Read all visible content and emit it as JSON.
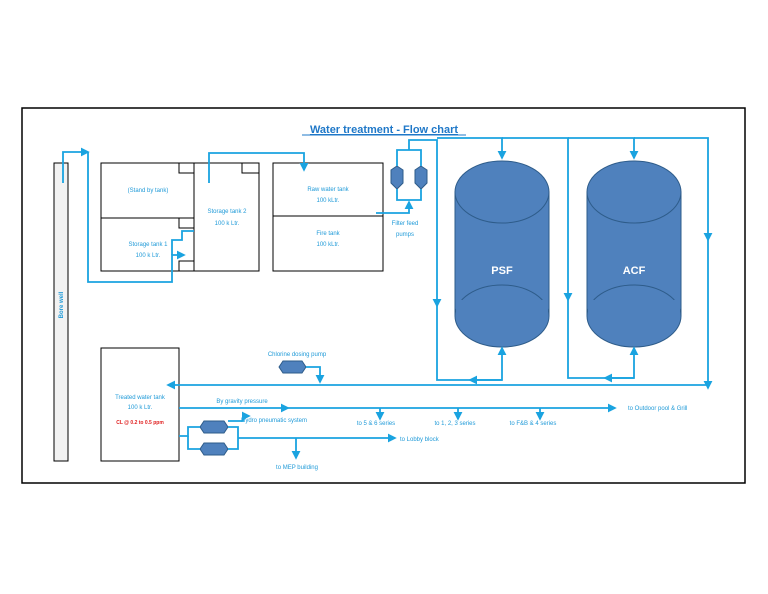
{
  "title": "Water treatment - Flow chart",
  "bore_well": "Bore well",
  "standby_tank": "(Stand by tank)",
  "storage_tank_1": {
    "line1": "Storage tank 1",
    "line2": "100 k Ltr."
  },
  "storage_tank_2": {
    "line1": "Storage tank 2",
    "line2": "100 k Ltr."
  },
  "raw_water_tank": {
    "line1": "Raw water tank",
    "line2": "100 kLtr."
  },
  "fire_tank": {
    "line1": "Fire tank",
    "line2": "100 kLtr."
  },
  "filter_feed_pumps": {
    "line1": "Filter feed",
    "line2": "pumps"
  },
  "psf": "PSF",
  "acf": "ACF",
  "chlorine_pump": "Chlorine dosing pump",
  "treated_tank": {
    "line1": "Treated water tank",
    "line2": "100 k Ltr.",
    "note": "CL @ 0.2 to 0.5 ppm"
  },
  "gravity": "By gravity pressure",
  "hydro": "Hydro pneumatic system",
  "outlets": {
    "s56": "to 5 & 6 series",
    "s123": "to 1, 2, 3 series",
    "fb4": "to F&B & 4 series",
    "pool": "to Outdoor pool & Grill",
    "lobby": "to Lobby block",
    "mep": "to MEP building"
  },
  "colors": {
    "pipe": "#1aa3e0",
    "vessel": "#4f81bd",
    "vessel_stroke": "#2e5c8a",
    "text": "#1f9ad8",
    "note": "#e02020"
  }
}
